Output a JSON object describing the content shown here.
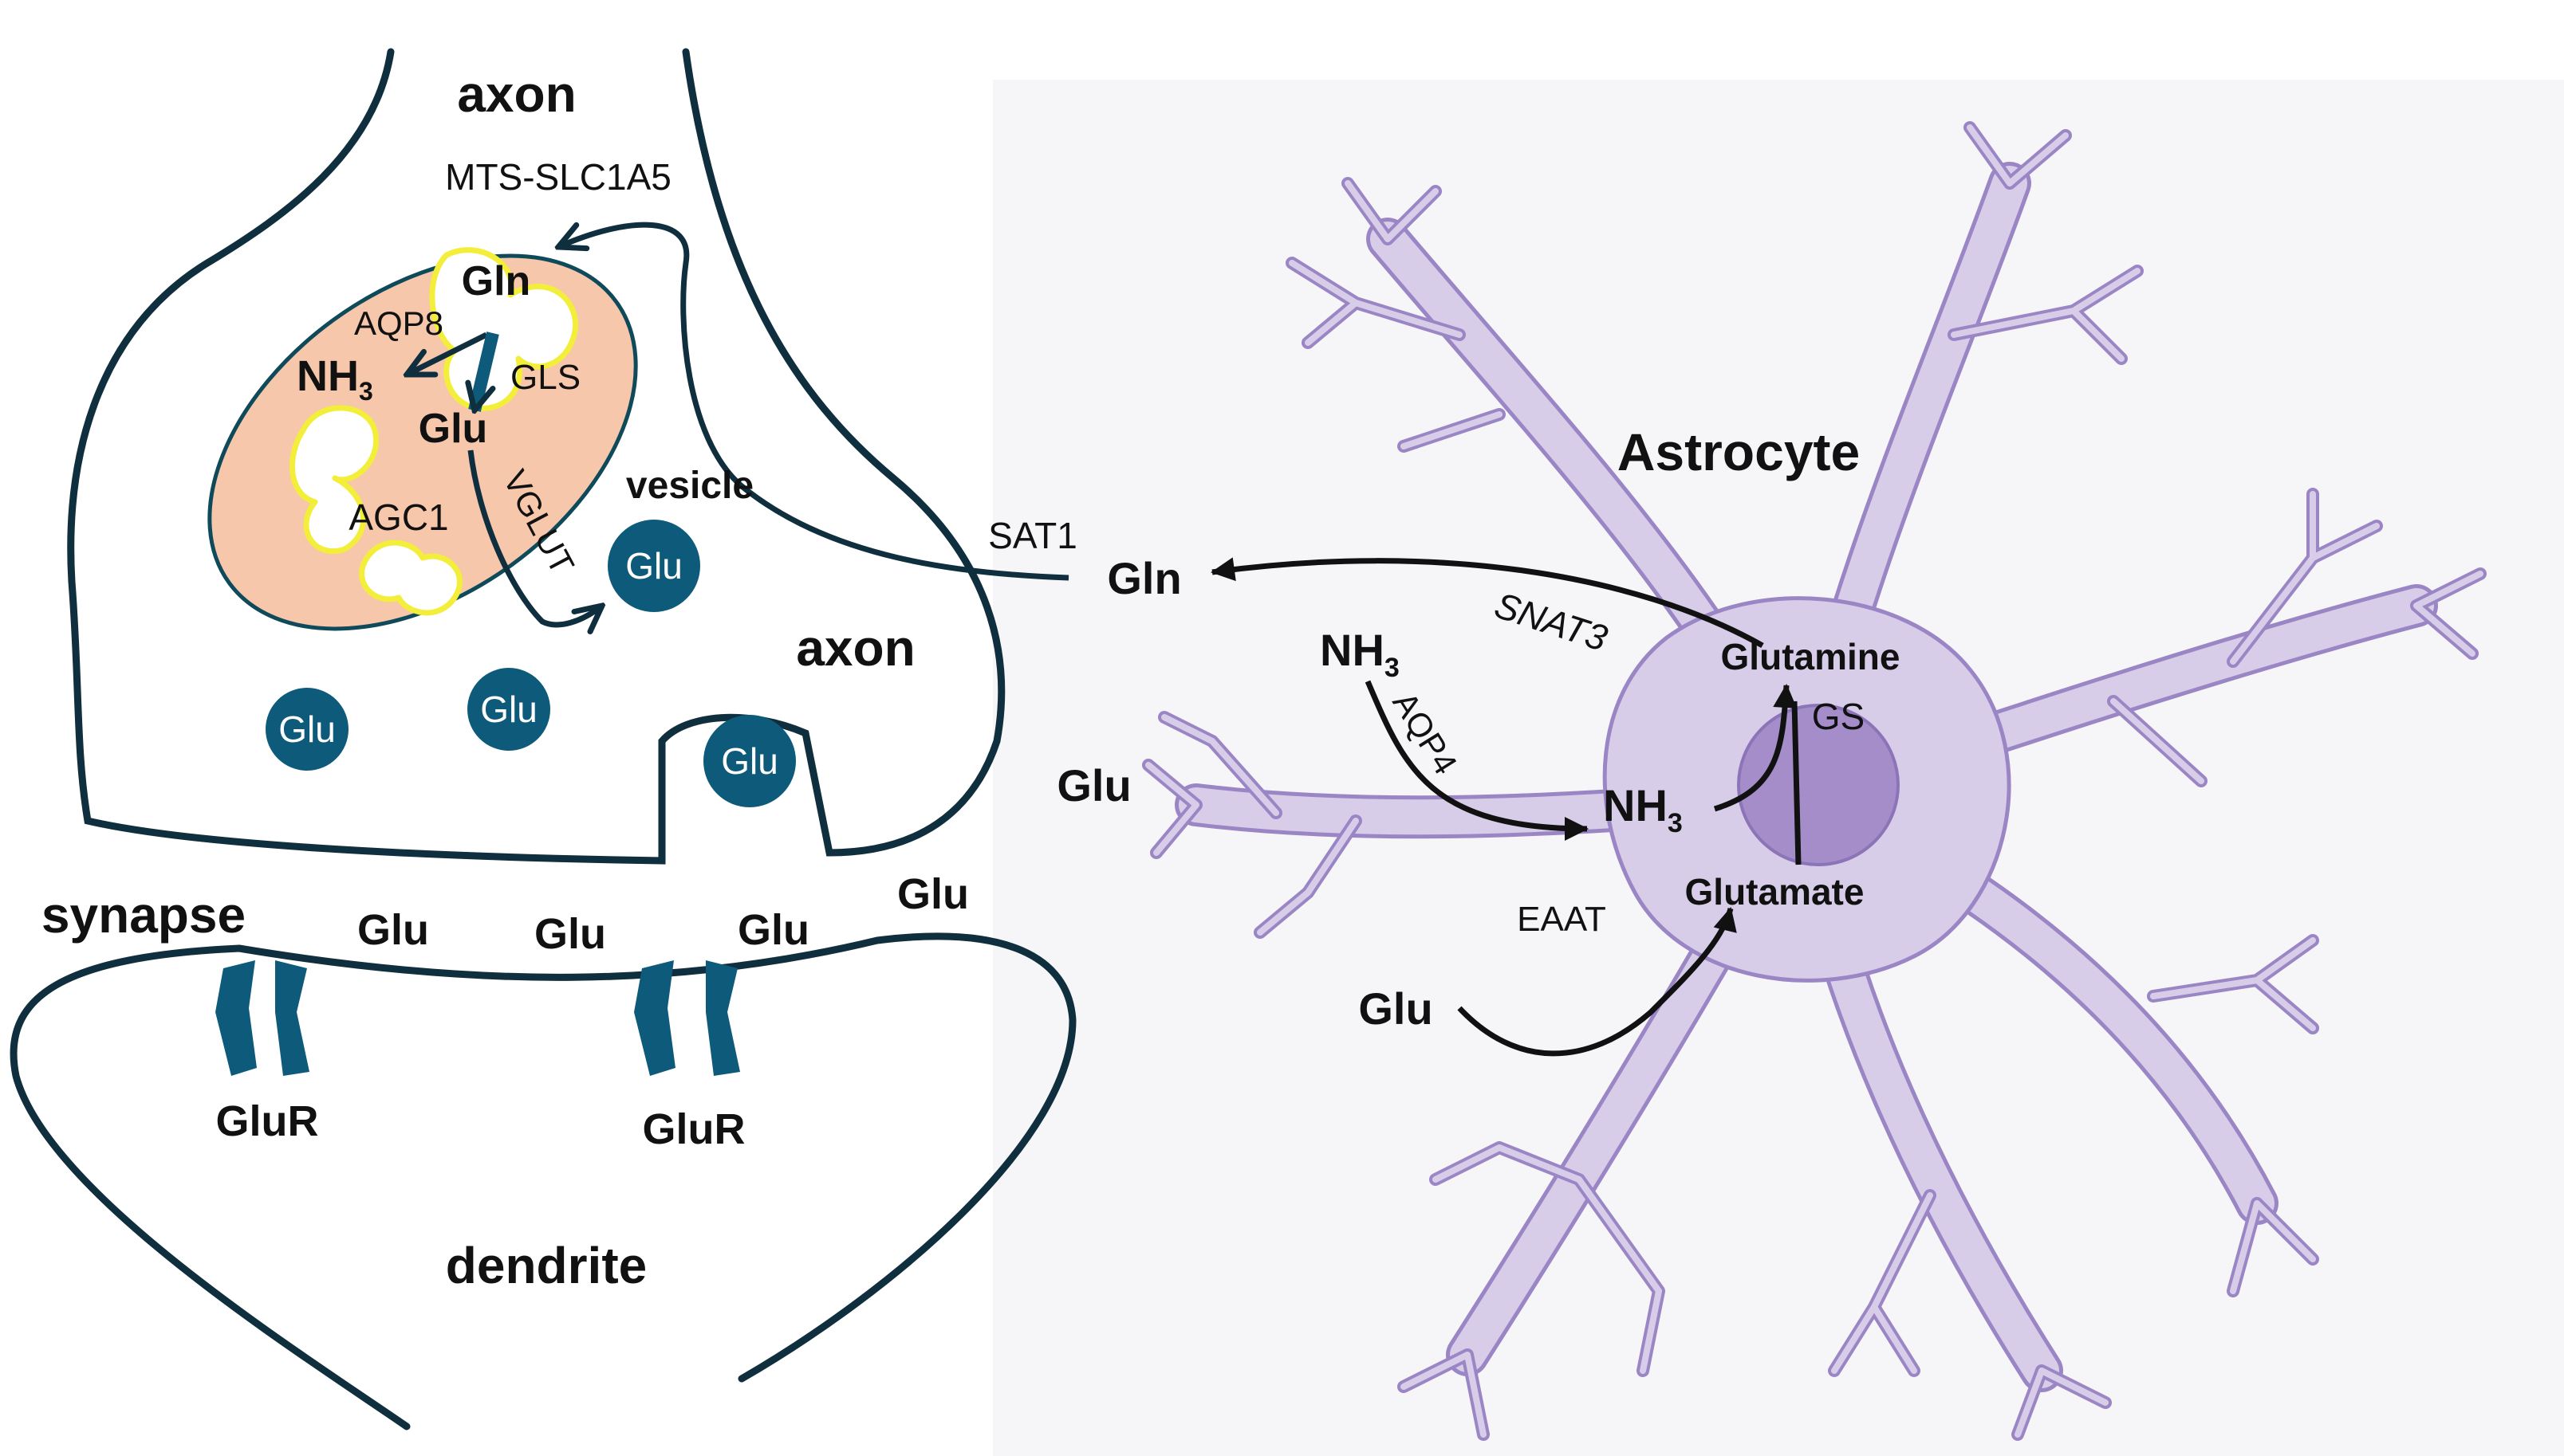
{
  "neuron": {
    "axon_top": "axon",
    "axon_mid": "axon",
    "dendrite": "dendrite",
    "synapse": "synapse",
    "transporter_mito": "MTS-SLC1A5",
    "gln": "Gln",
    "aqp8": "AQP8",
    "nh3": "NH",
    "nh3_sub": "3",
    "gls": "GLS",
    "glu": "Glu",
    "vglut": "VGLUT",
    "agc1": "AGC1",
    "vesicle": "vesicle",
    "sat1": "SAT1",
    "vesicle_glu": [
      "Glu",
      "Glu",
      "Glu",
      "Glu"
    ],
    "cleft_glu": [
      "Glu",
      "Glu",
      "Glu",
      "Glu"
    ],
    "glur": [
      "GluR",
      "GluR"
    ]
  },
  "astrocyte": {
    "title": "Astrocyte",
    "gln": "Gln",
    "snat3": "SNAT3",
    "glutamine": "Glutamine",
    "gs": "GS",
    "nh3_outer": "NH",
    "nh3_outer_sub": "3",
    "aqp4": "AQP4",
    "nh3_inner": "NH",
    "nh3_inner_sub": "3",
    "glu_left": "Glu",
    "glutamate": "Glutamate",
    "eaat": "EAAT",
    "glu_bottom": "Glu"
  },
  "colors": {
    "outline": "#0f2e3e",
    "vesicle": "#0e5a7a",
    "mitochondrion": "#f6c7ab",
    "cristae_edge": "#f2ee3a",
    "astrocyte_fill": "#d8cde8",
    "astrocyte_edge": "#9a86c4",
    "nucleus": "#a48dc8"
  }
}
